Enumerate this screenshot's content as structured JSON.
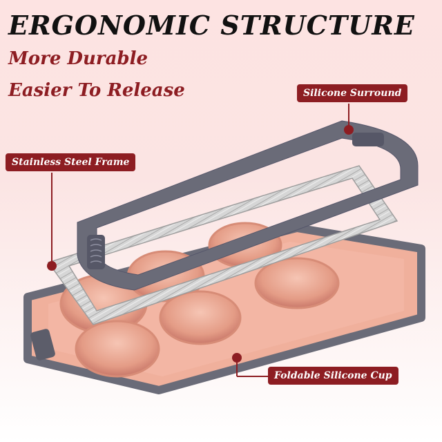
{
  "headline": "ERGONOMIC STRUCTURE",
  "benefits": [
    "More Durable",
    "Easier To Release"
  ],
  "callouts": {
    "silicone_surround": "Silicone Surround",
    "stainless_frame": "Stainless Steel Frame",
    "foldable_cup": "Foldable Silicone Cup"
  },
  "colors": {
    "accent": "#8d1d22",
    "background_top": "#fde3e2",
    "silicone_gray": "#6a6b78",
    "cup_pink": "#eaa592",
    "steel": "#c9c9c9"
  }
}
